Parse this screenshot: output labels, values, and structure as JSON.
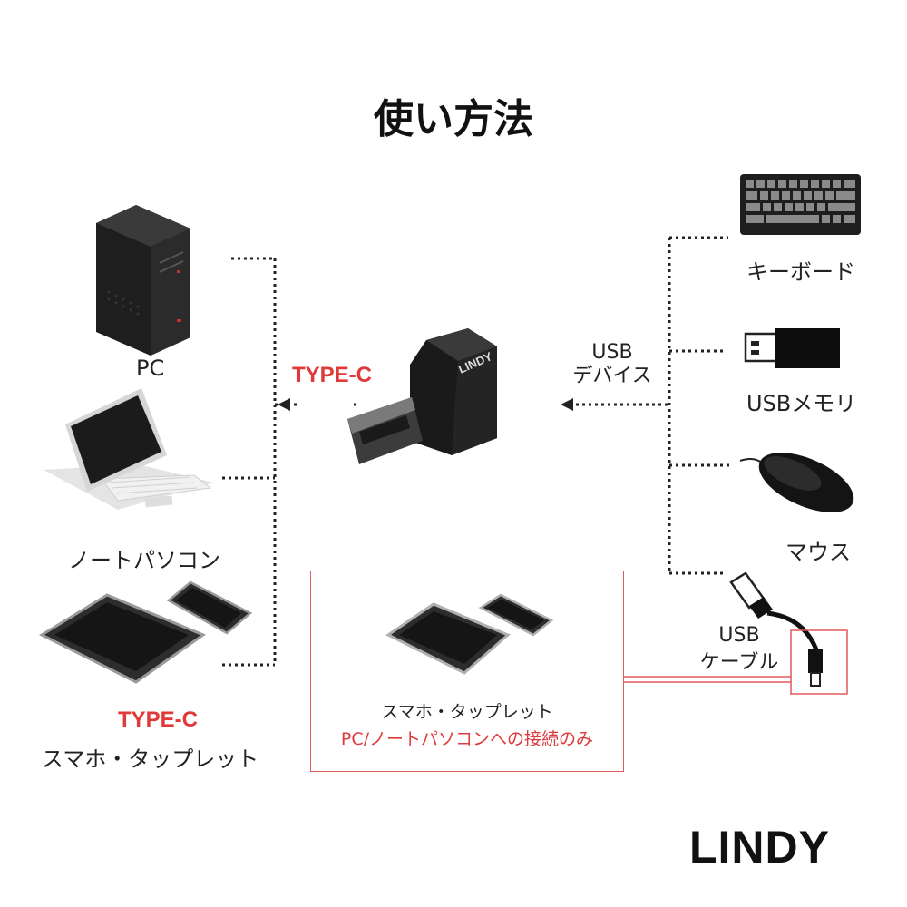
{
  "title": "使い方法",
  "left_devices": {
    "pc": "PC",
    "laptop": "ノートパソコン",
    "phone_tag": "TYPE-C",
    "phone": "スマホ・タップレット"
  },
  "adapter": {
    "type_c_label": "TYPE-C",
    "usb_label_line1": "USB",
    "usb_label_line2": "デバイス",
    "brand_on_device": "LINDY"
  },
  "right_devices": {
    "keyboard": "キーボード",
    "usb_memory": "USBメモリ",
    "mouse": "マウス",
    "cable_line1": "USB",
    "cable_line2": "ケーブル"
  },
  "note": {
    "line1": "スマホ・タップレット",
    "line2": "PC/ノートパソコンへの接続のみ"
  },
  "logo": "LINDY",
  "colors": {
    "accent_red": "#e0393a",
    "line": "#222222",
    "device_dark": "#1c1c1c"
  }
}
